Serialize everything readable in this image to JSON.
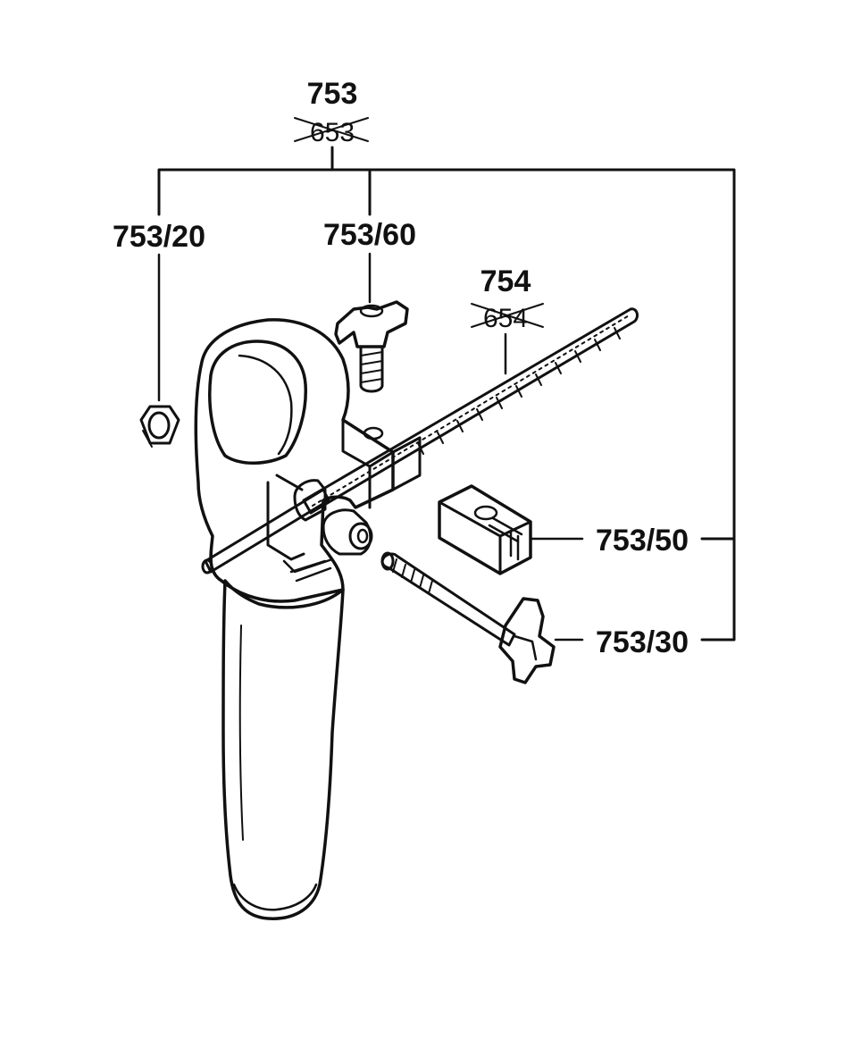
{
  "labels": {
    "assembly_top": "753",
    "assembly_top_old": "653",
    "nut": "753/20",
    "wing_screw": "753/60",
    "rod": "754",
    "rod_old": "654",
    "clamp_block": "753/50",
    "tbolt": "753/30"
  },
  "colors": {
    "ink": "#111111",
    "background": "#ffffff"
  }
}
